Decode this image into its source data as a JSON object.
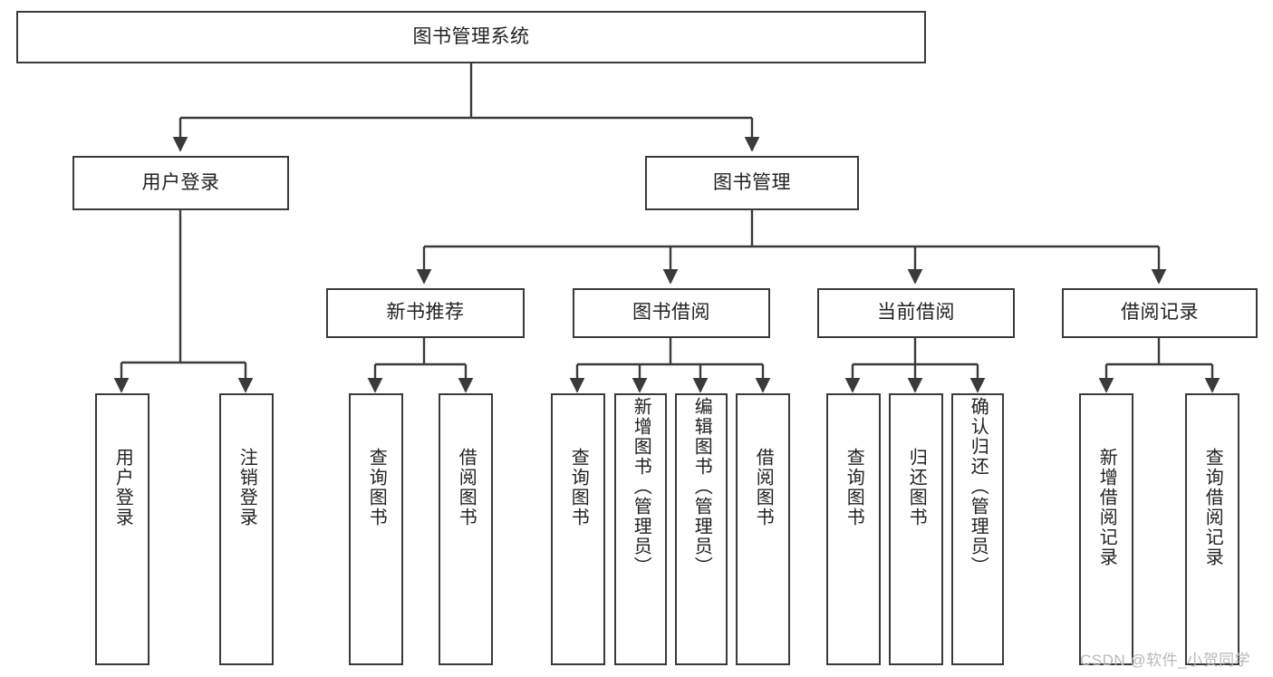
{
  "diagram": {
    "title": "图书管理系统",
    "type": "hierarchy-tree",
    "levels": 4
  },
  "nodes": {
    "root": {
      "label": "图书管理系统"
    },
    "level2": [
      {
        "id": "user-login",
        "label": "用户登录"
      },
      {
        "id": "book-management",
        "label": "图书管理"
      }
    ],
    "level3": [
      {
        "id": "new-book-recommend",
        "label": "新书推荐"
      },
      {
        "id": "book-borrow",
        "label": "图书借阅"
      },
      {
        "id": "current-borrow",
        "label": "当前借阅"
      },
      {
        "id": "borrow-record",
        "label": "借阅记录"
      }
    ],
    "leaves": [
      {
        "id": "leaf-user-login",
        "label": "用户登录"
      },
      {
        "id": "leaf-logout-login",
        "label": "注销登录"
      },
      {
        "id": "leaf-query-book-1",
        "label": "查询图书"
      },
      {
        "id": "leaf-borrow-book-1",
        "label": "借阅图书"
      },
      {
        "id": "leaf-query-book-2",
        "label": "查询图书"
      },
      {
        "id": "leaf-add-book",
        "label": "新增图书（管理员）"
      },
      {
        "id": "leaf-edit-book",
        "label": "编辑图书（管理员）"
      },
      {
        "id": "leaf-borrow-book-2",
        "label": "借阅图书"
      },
      {
        "id": "leaf-query-book-3",
        "label": "查询图书"
      },
      {
        "id": "leaf-return-book",
        "label": "归还图书"
      },
      {
        "id": "leaf-confirm-return",
        "label": "确认归还（管理员）"
      },
      {
        "id": "leaf-add-borrow-record",
        "label": "新增借阅记录"
      },
      {
        "id": "leaf-query-borrow-record",
        "label": "查询借阅记录"
      }
    ]
  },
  "watermark": {
    "text": "CSDN @软件_小贺同学"
  },
  "colors": {
    "border": "#3a3a3a",
    "text": "#222222",
    "background": "#ffffff",
    "watermark": "#b9b9b9"
  }
}
